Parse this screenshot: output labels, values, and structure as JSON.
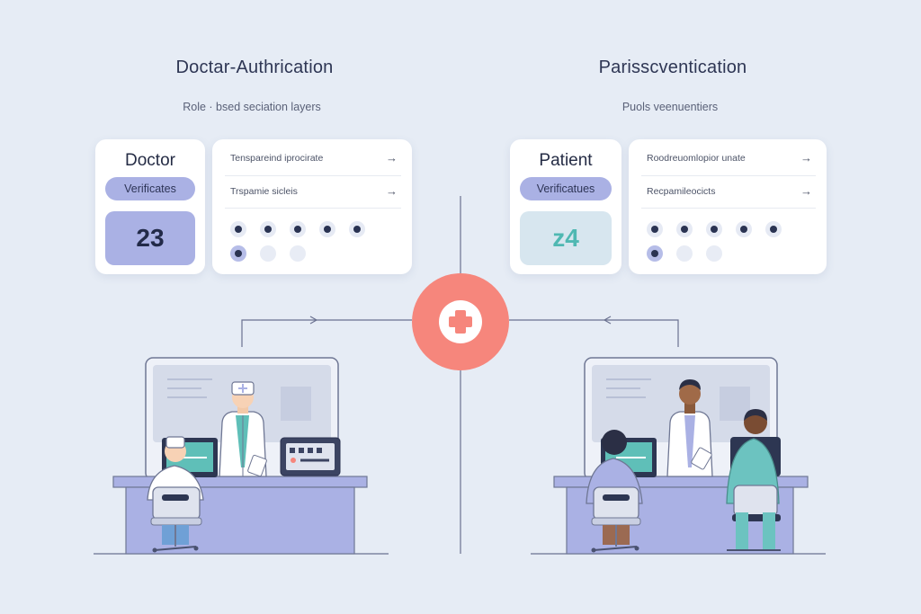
{
  "left_section": {
    "heading": "Doctar-Authrication",
    "subheading": "Role · bsed seciation layers",
    "role_card": {
      "title": "Doctor",
      "pill": "Verificates",
      "number": "23"
    },
    "list_card": {
      "rows": [
        {
          "label": "Tenspareind iprocirate",
          "arrow": "→"
        },
        {
          "label": "Trspamie sicleis",
          "arrow": "→"
        }
      ],
      "dots_row1": [
        true,
        true,
        true,
        true,
        true
      ],
      "dots_row2": [
        true,
        false,
        false
      ]
    }
  },
  "right_section": {
    "heading": "Parisscventication",
    "subheading": "Puols veenuentiers",
    "role_card": {
      "title": "Patient",
      "pill": "Verificatues",
      "number": "z4"
    },
    "list_card": {
      "rows": [
        {
          "label": "Roodreuomlopior unate",
          "arrow": "→"
        },
        {
          "label": "Recpamileocicts",
          "arrow": "→"
        }
      ],
      "dots_row1": [
        true,
        true,
        true,
        true,
        true
      ],
      "dots_row2": [
        true,
        false,
        false
      ]
    }
  },
  "center_icon": "medical-cross-icon",
  "colors": {
    "background": "#e6ecf5",
    "accent_coral": "#f6867c",
    "doctor_accent": "#aab1e4",
    "patient_accent": "#d7e6ef",
    "patient_number": "#4fb8b2",
    "desk": "#a9aee3"
  }
}
